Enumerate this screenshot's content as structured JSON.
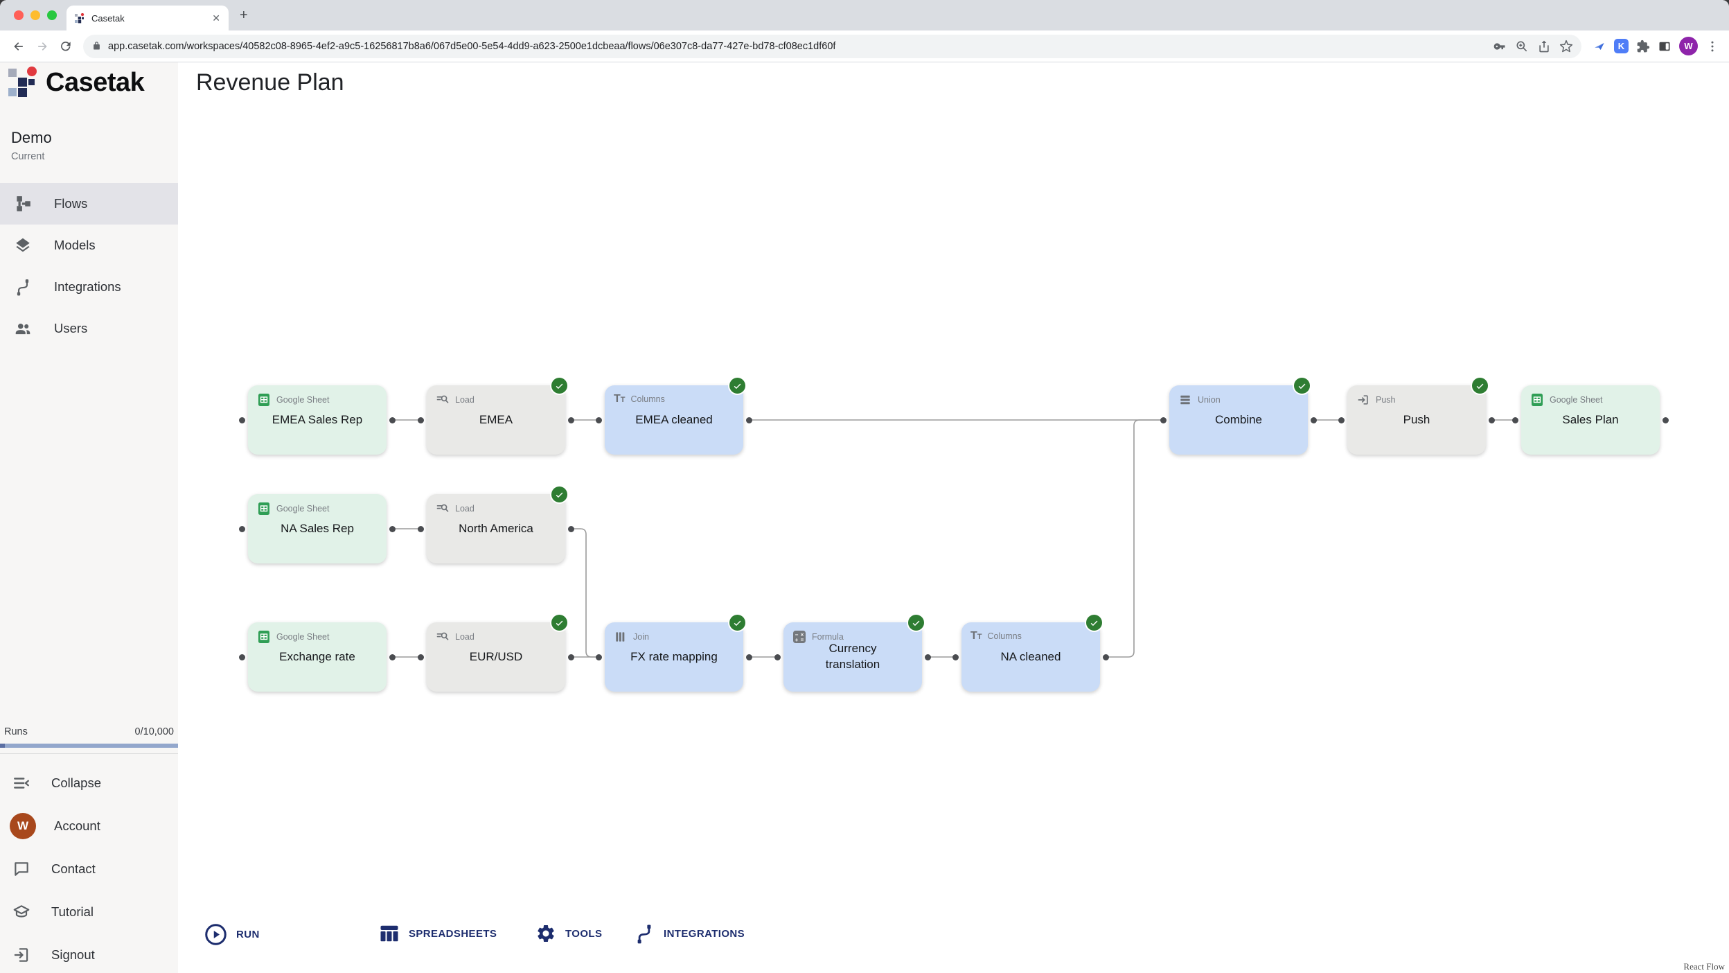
{
  "browser": {
    "tab_title": "Casetak",
    "url": "app.casetak.com/workspaces/40582c08-8965-4ef2-a9c5-16256817b8a6/067d5e00-5e54-4dd9-a623-2500e1dcbeaa/flows/06e307c8-da77-427e-bd78-cf08ec1df60f",
    "extension_k": "K",
    "profile_initial": "W",
    "tab_close": "✕",
    "new_tab": "+",
    "menu_dots": "⋮"
  },
  "sidebar": {
    "brand": "Casetak",
    "workspace_name": "Demo",
    "workspace_status": "Current",
    "nav": [
      {
        "label": "Flows"
      },
      {
        "label": "Models"
      },
      {
        "label": "Integrations"
      },
      {
        "label": "Users"
      }
    ],
    "runs_label": "Runs",
    "runs_value": "0/10,000",
    "footer": [
      {
        "label": "Collapse"
      },
      {
        "label": "Account",
        "avatar_initial": "W"
      },
      {
        "label": "Contact"
      },
      {
        "label": "Tutorial"
      },
      {
        "label": "Signout"
      }
    ]
  },
  "main": {
    "title": "Revenue Plan",
    "attribution": "React Flow"
  },
  "toolbar": {
    "run": "RUN",
    "spreadsheets": "SPREADSHEETS",
    "tools": "TOOLS",
    "integrations": "INTEGRATIONS"
  },
  "flow": {
    "colors": {
      "sheet_bg": "#e1f2e8",
      "load_bg": "#e9e9e7",
      "transform_bg": "#cadcf7",
      "check_green": "#2e7d32",
      "accent_navy": "#1d2d6e"
    },
    "nodes": [
      {
        "type_label": "Google Sheet",
        "title": "EMEA Sales Rep",
        "kind": "sheet",
        "status": ""
      },
      {
        "type_label": "Load",
        "title": "EMEA",
        "kind": "load",
        "status": "success"
      },
      {
        "type_label": "Columns",
        "title": "EMEA cleaned",
        "kind": "columns",
        "status": "success"
      },
      {
        "type_label": "Google Sheet",
        "title": "NA Sales Rep",
        "kind": "sheet",
        "status": ""
      },
      {
        "type_label": "Load",
        "title": "North America",
        "kind": "load",
        "status": "success"
      },
      {
        "type_label": "Google Sheet",
        "title": "Exchange rate",
        "kind": "sheet",
        "status": ""
      },
      {
        "type_label": "Load",
        "title": "EUR/USD",
        "kind": "load",
        "status": "success"
      },
      {
        "type_label": "Join",
        "title": "FX rate mapping",
        "kind": "join",
        "status": "success"
      },
      {
        "type_label": "Formula",
        "title": "Currency translation",
        "kind": "formula",
        "status": "success"
      },
      {
        "type_label": "Columns",
        "title": "NA cleaned",
        "kind": "columns",
        "status": "success"
      },
      {
        "type_label": "Union",
        "title": "Combine",
        "kind": "union",
        "status": "success"
      },
      {
        "type_label": "Push",
        "title": "Push",
        "kind": "push",
        "status": "success"
      },
      {
        "type_label": "Google Sheet",
        "title": "Sales Plan",
        "kind": "sheet",
        "status": ""
      }
    ]
  }
}
